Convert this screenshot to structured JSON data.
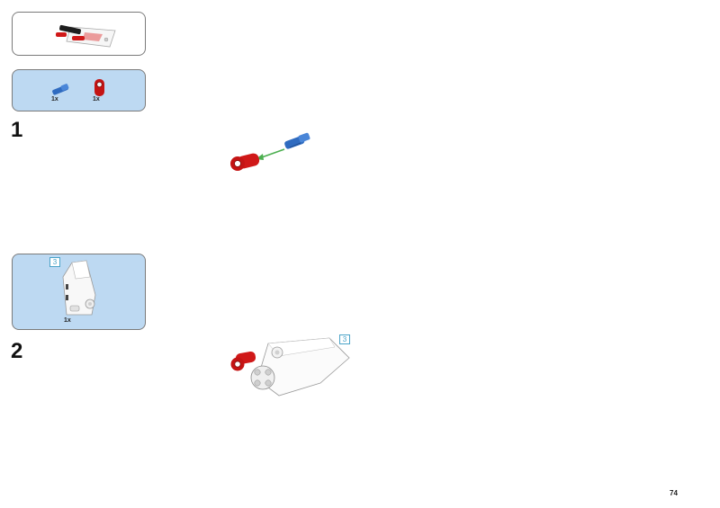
{
  "steps": [
    {
      "number": "1",
      "parts": [
        {
          "quantity": "1x",
          "part": "blue-axle-pin"
        },
        {
          "quantity": "1x",
          "part": "red-pin-connector"
        }
      ]
    },
    {
      "number": "2",
      "submodel_ref": "3",
      "parts": [
        {
          "quantity": "1x",
          "part": "white-panel-submodel"
        }
      ]
    }
  ],
  "page_number": "74",
  "colors": {
    "parts_box_bg": "#bdd9f2",
    "box_border": "#7a7a7a",
    "callout_tag": "#4aa3c8",
    "red_part": "#d01818",
    "blue_part": "#2f6bc0",
    "arrow": "#4caf50"
  }
}
